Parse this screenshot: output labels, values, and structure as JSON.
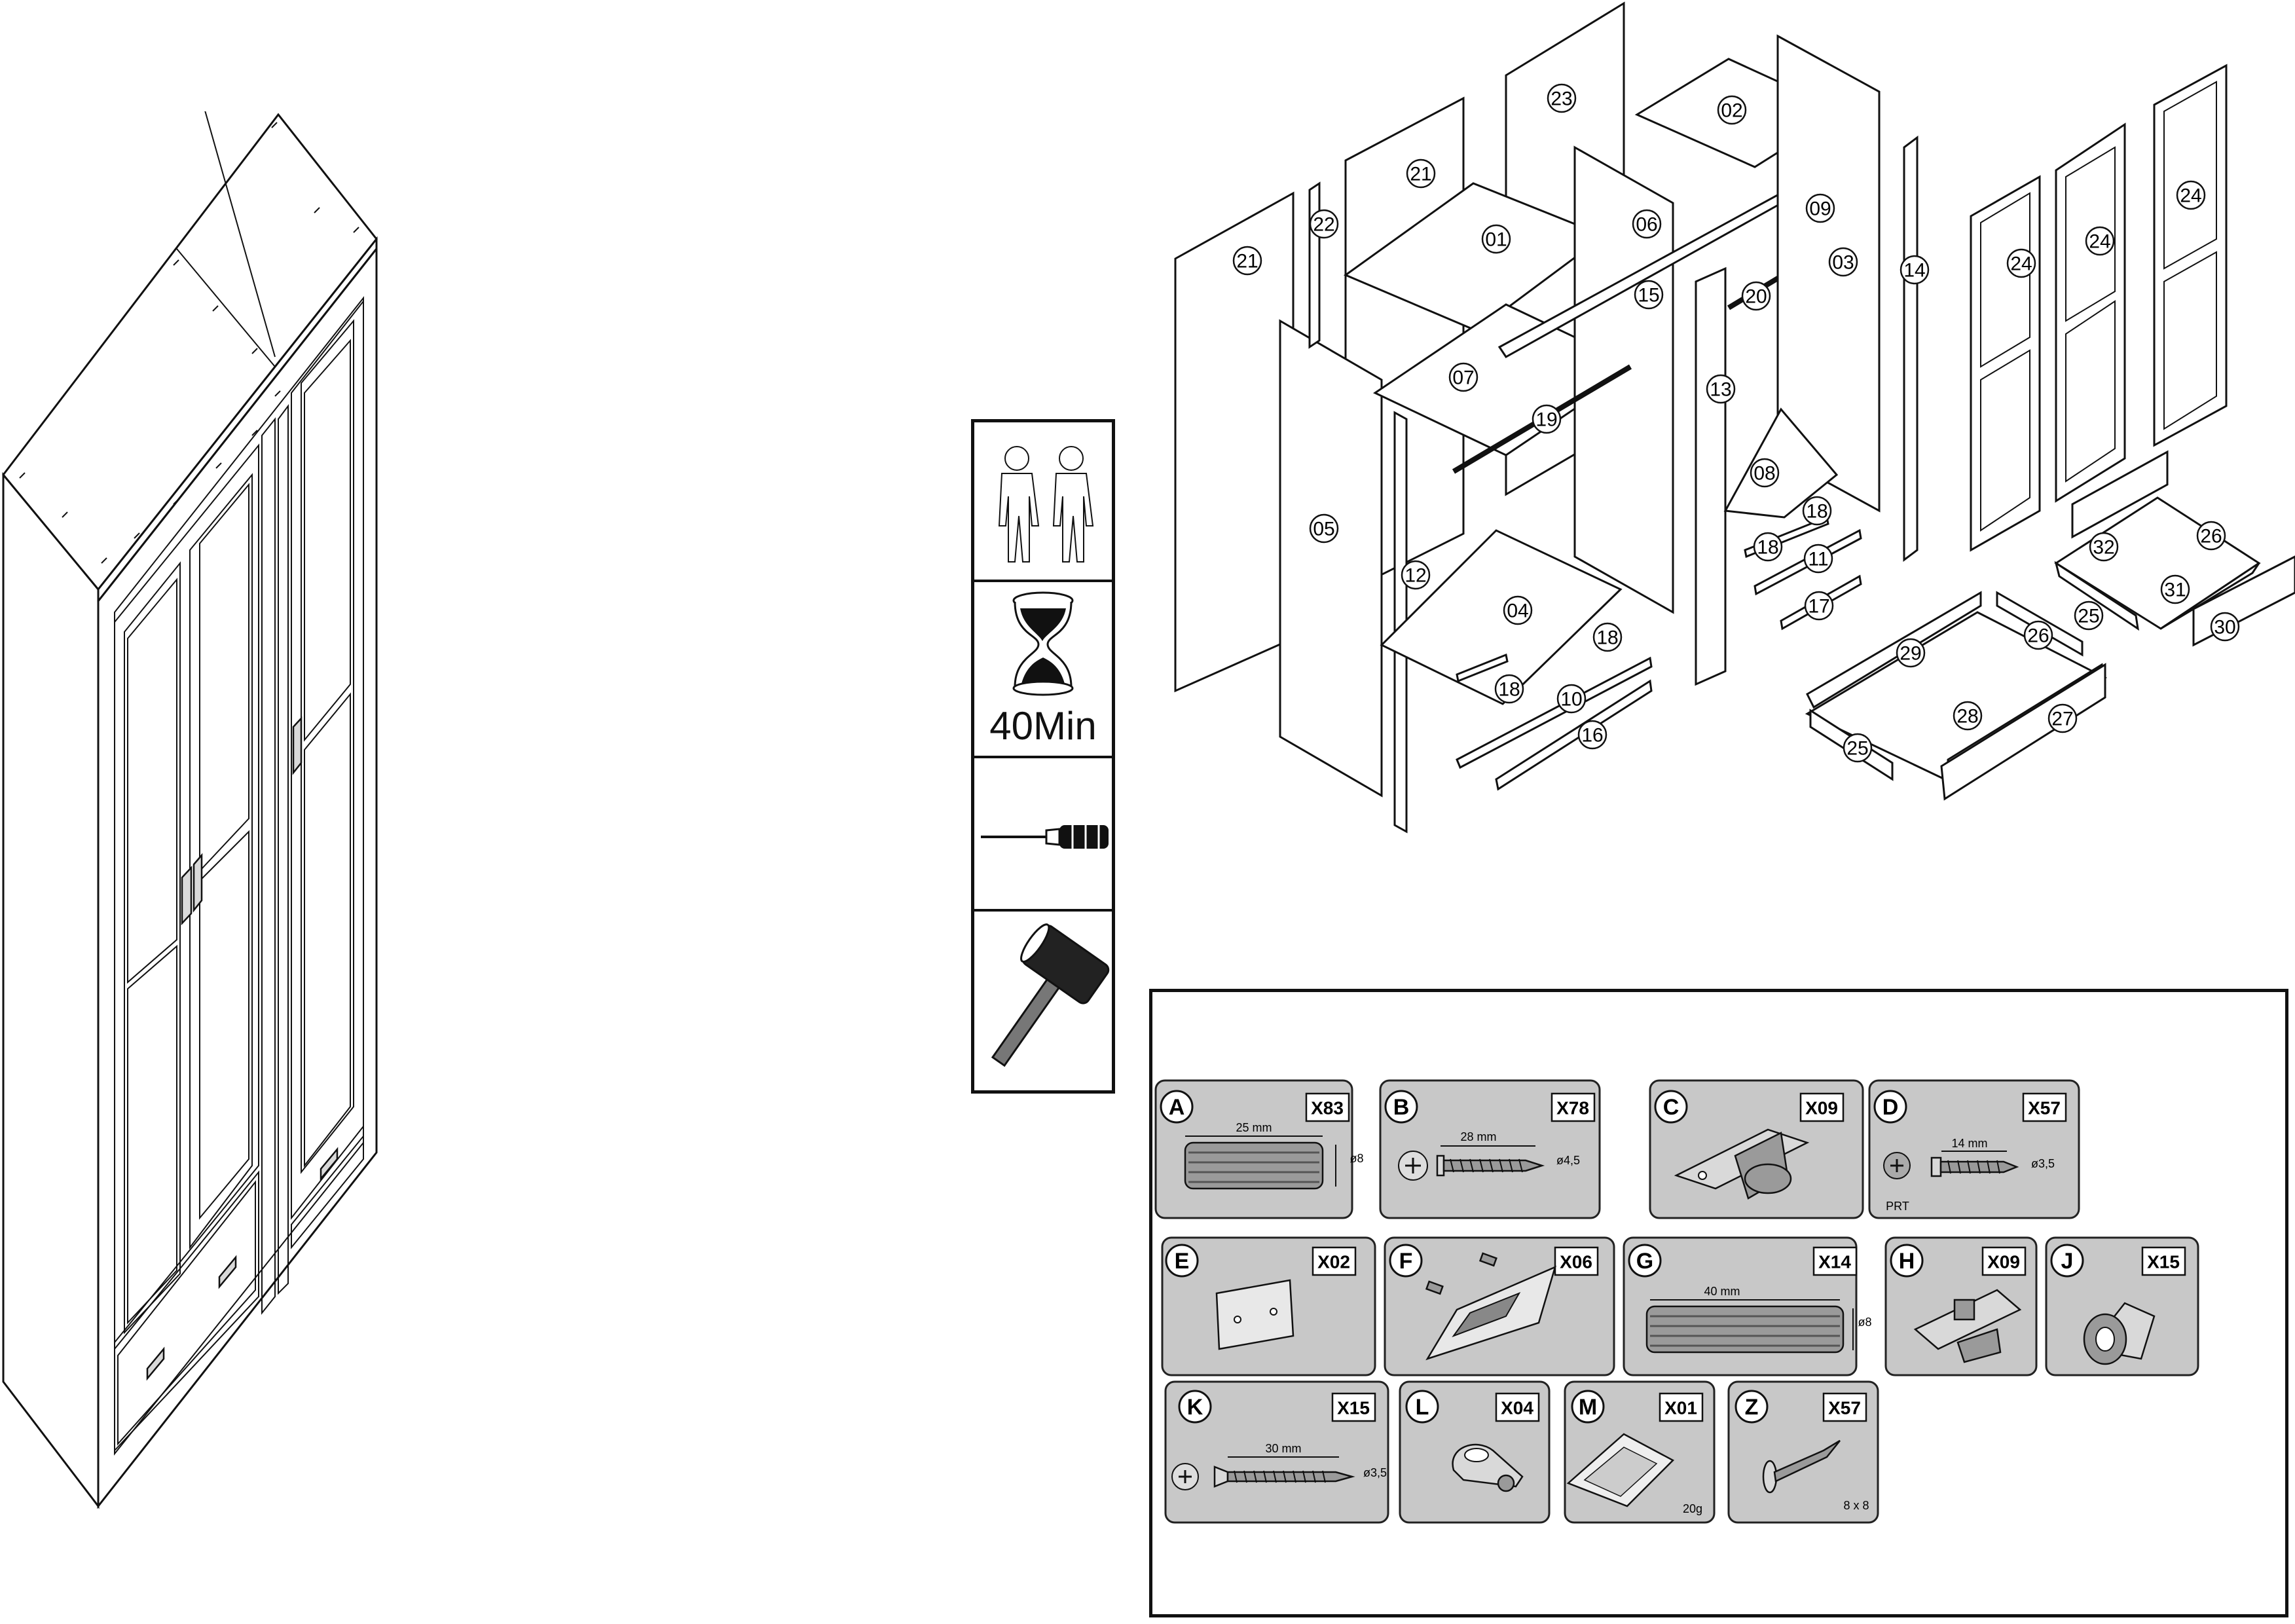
{
  "requirements": {
    "people_icon": "two-people-icon",
    "hourglass_icon": "hourglass-icon",
    "time": "40Min",
    "screwdriver_icon": "screwdriver-icon",
    "hammer_icon": "rubber-mallet-icon"
  },
  "parts": {
    "p01": "01",
    "p02": "02",
    "p03": "03",
    "p04": "04",
    "p05": "05",
    "p06": "06",
    "p07": "07",
    "p08": "08",
    "p09": "09",
    "p10": "10",
    "p11": "11",
    "p12": "12",
    "p13": "13",
    "p14": "14",
    "p15": "15",
    "p16": "16",
    "p17": "17",
    "p18a": "18",
    "p18b": "18",
    "p18c": "18",
    "p18d": "18",
    "p19": "19",
    "p20": "20",
    "p21a": "21",
    "p21b": "21",
    "p22": "22",
    "p23": "23",
    "p24a": "24",
    "p24b": "24",
    "p24c": "24",
    "p25a": "25",
    "p25b": "25",
    "p26a": "26",
    "p26b": "26",
    "p27": "27",
    "p28": "28",
    "p29": "29",
    "p30": "30",
    "p31": "31",
    "p32": "32"
  },
  "hardware": [
    {
      "letter": "A",
      "qty": "X83",
      "dim": "25 mm",
      "dia": "ø8",
      "icon": "wooden-dowel-icon"
    },
    {
      "letter": "B",
      "qty": "X78",
      "dim": "28 mm",
      "dia": "ø4,5",
      "icon": "screw-icon"
    },
    {
      "letter": "C",
      "qty": "X09",
      "icon": "hinge-icon"
    },
    {
      "letter": "D",
      "qty": "X57",
      "dim": "14 mm",
      "dia": "ø3,5",
      "note": "PRT",
      "icon": "short-screw-icon"
    },
    {
      "letter": "E",
      "qty": "X02",
      "icon": "connector-plate-icon"
    },
    {
      "letter": "F",
      "qty": "X06",
      "icon": "handle-icon"
    },
    {
      "letter": "G",
      "qty": "X14",
      "dim": "40 mm",
      "dia": "ø8",
      "icon": "long-dowel-icon"
    },
    {
      "letter": "H",
      "qty": "X09",
      "icon": "hinge-plate-icon"
    },
    {
      "letter": "J",
      "qty": "X15",
      "icon": "cam-lock-icon"
    },
    {
      "letter": "K",
      "qty": "X15",
      "dim": "30 mm",
      "dia": "ø3,5",
      "icon": "long-screw-icon"
    },
    {
      "letter": "L",
      "qty": "X04",
      "icon": "shelf-support-icon"
    },
    {
      "letter": "M",
      "qty": "X01",
      "note": "20g",
      "icon": "glue-bag-icon"
    },
    {
      "letter": "Z",
      "qty": "X57",
      "note": "8 x 8",
      "icon": "nail-icon"
    }
  ]
}
